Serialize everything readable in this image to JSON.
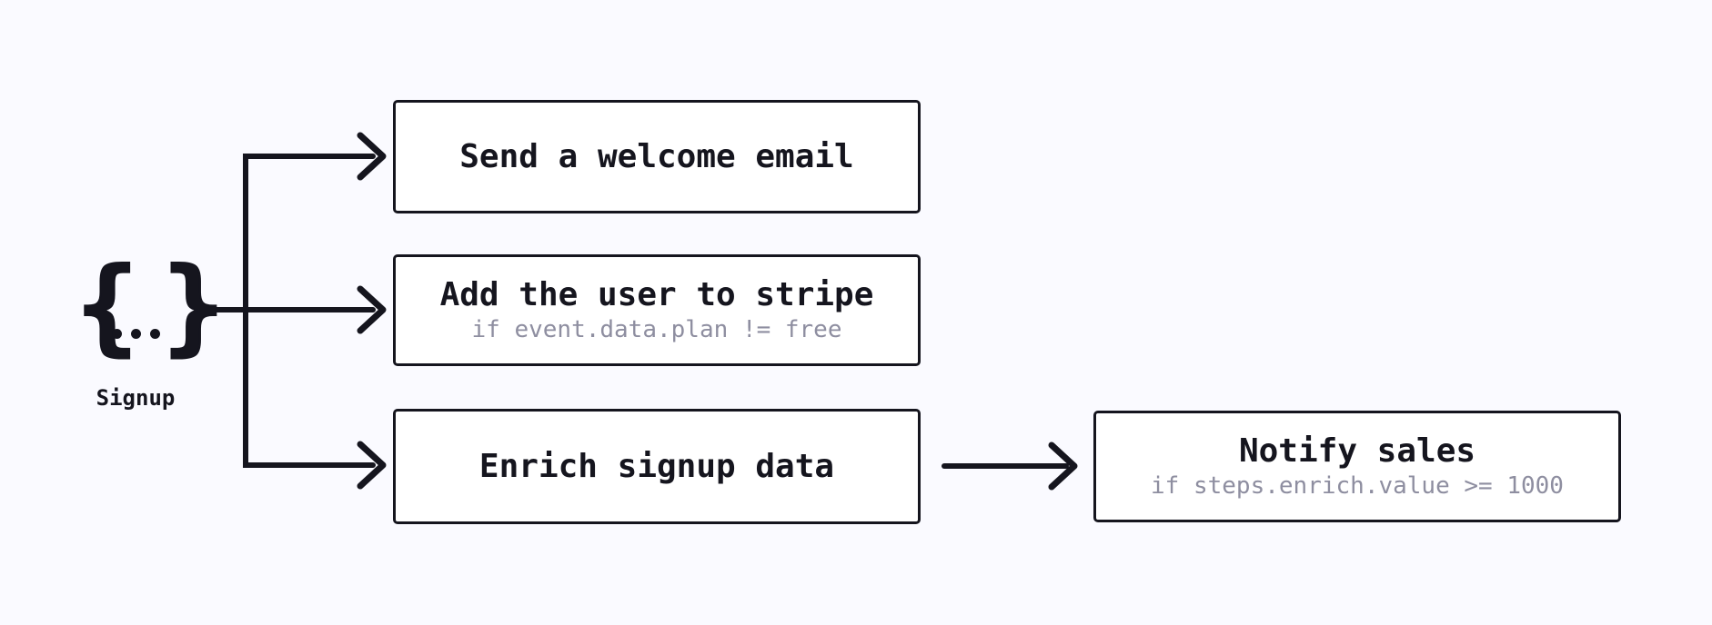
{
  "canvas": {
    "background_color": "#fafaff",
    "ink_color": "#15151e",
    "muted_text_color": "#8e8ea0",
    "node_fill_color": "#ffffff"
  },
  "trigger": {
    "icon": "event-payload-braces-icon",
    "brace_open": "{",
    "ellipsis": "...",
    "brace_close": "}",
    "label": "Signup"
  },
  "steps": [
    {
      "title": "Send a welcome email",
      "condition": ""
    },
    {
      "title": "Add the user to stripe",
      "condition": "if event.data.plan != free"
    },
    {
      "title": "Enrich signup data",
      "condition": ""
    },
    {
      "title": "Notify sales",
      "condition": "if steps.enrich.value >= 1000"
    }
  ],
  "edges": [
    {
      "from": "Signup",
      "to": "Send a welcome email"
    },
    {
      "from": "Signup",
      "to": "Add the user to stripe"
    },
    {
      "from": "Signup",
      "to": "Enrich signup data"
    },
    {
      "from": "Enrich signup data",
      "to": "Notify sales"
    }
  ]
}
